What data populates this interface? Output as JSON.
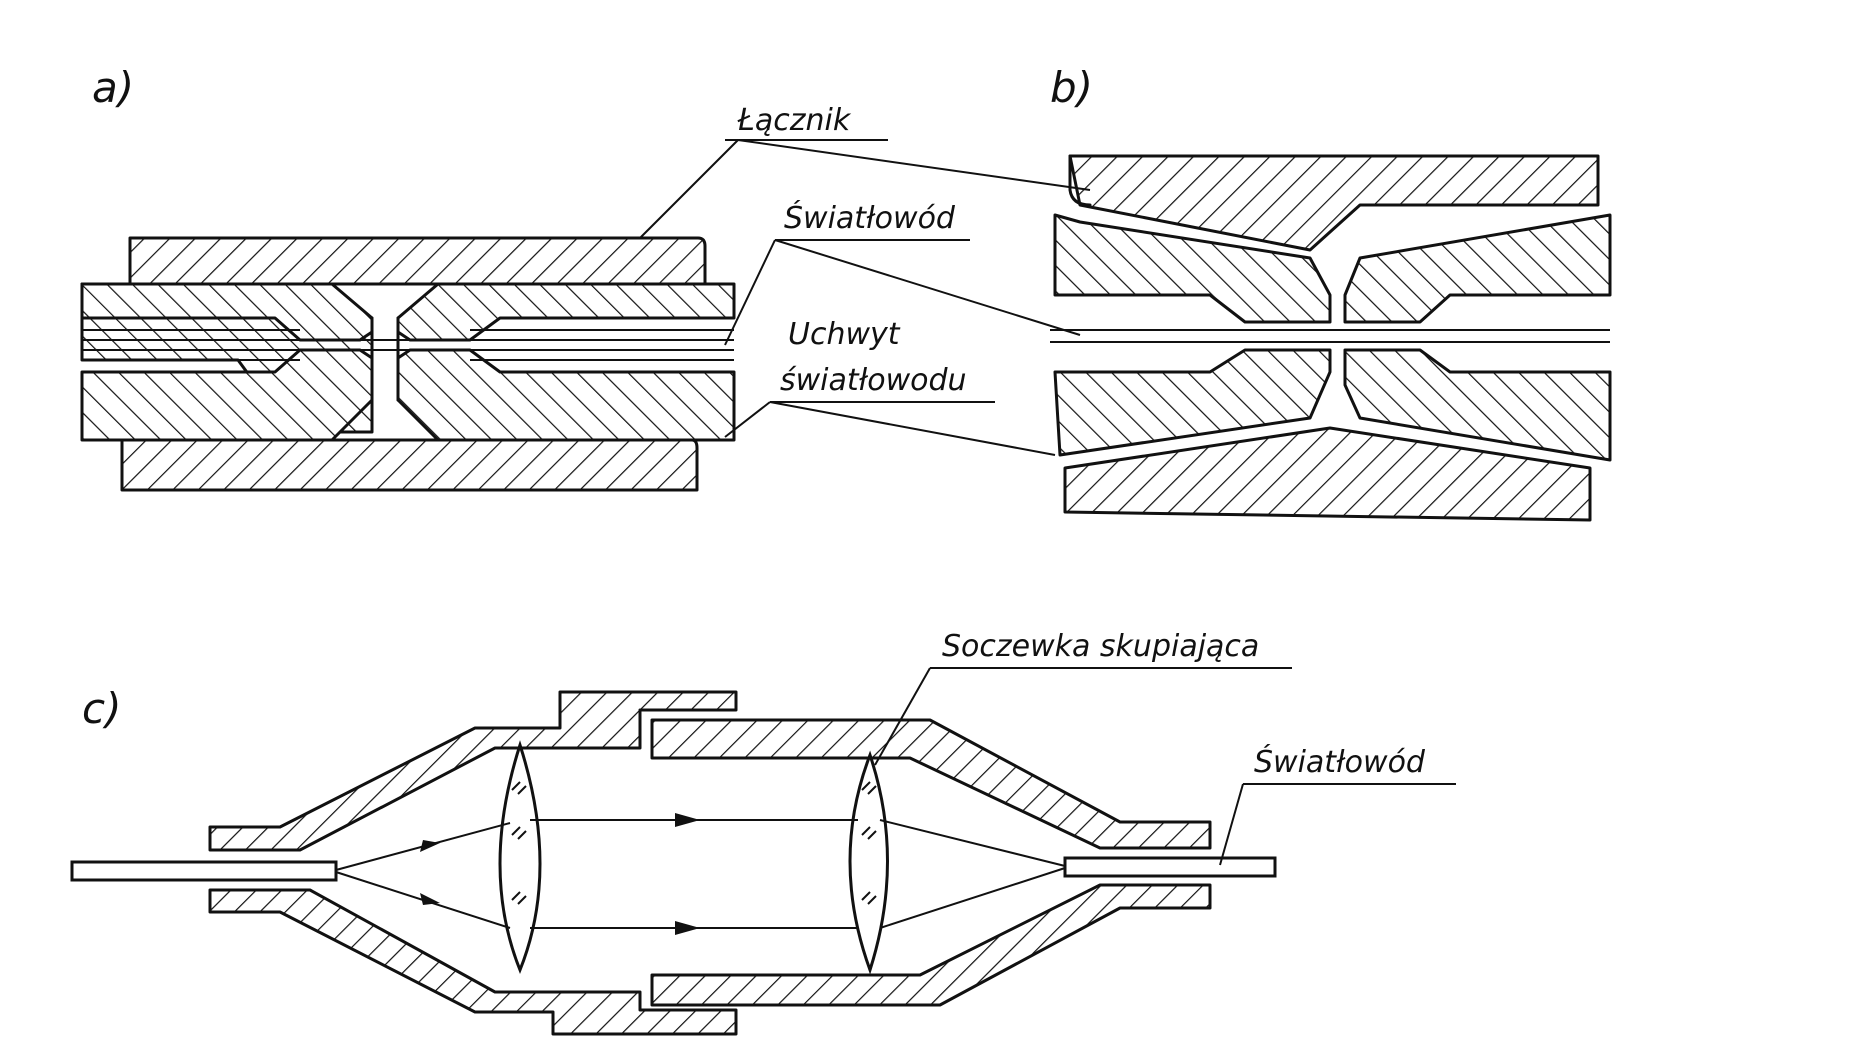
{
  "panels": {
    "a": {
      "label": "a)"
    },
    "b": {
      "label": "b)"
    },
    "c": {
      "label": "c)"
    }
  },
  "callouts": {
    "coupler": "Łącznik",
    "fiber_ab": "Światłowód",
    "holder_line1": "Uchwyt",
    "holder_line2": "światłowodu",
    "lens": "Soczewka skupiająca",
    "fiber_c": "Światłowód"
  },
  "colors": {
    "ink": "#111111",
    "paper": "#ffffff"
  }
}
